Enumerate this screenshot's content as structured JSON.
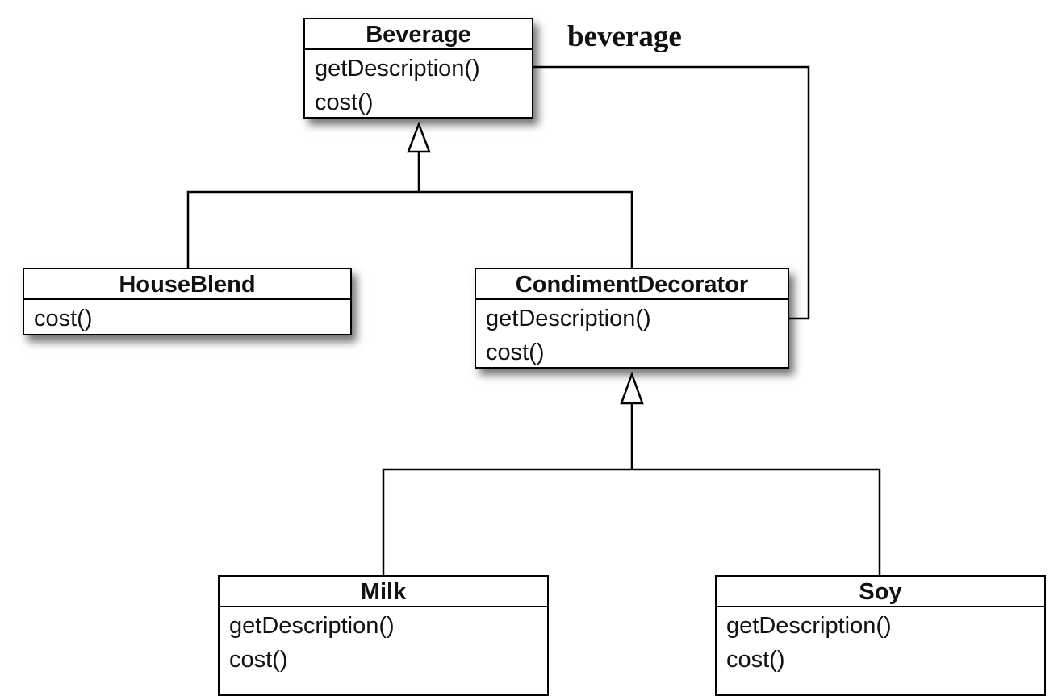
{
  "association_label": "beverage",
  "classes": {
    "beverage": {
      "name": "Beverage",
      "methods": [
        "getDescription()",
        "cost()"
      ]
    },
    "house_blend": {
      "name": "HouseBlend",
      "methods": [
        "cost()"
      ]
    },
    "condiment_decorator": {
      "name": "CondimentDecorator",
      "methods": [
        "getDescription()",
        "cost()"
      ]
    },
    "milk": {
      "name": "Milk",
      "methods": [
        "getDescription()",
        "cost()"
      ]
    },
    "soy": {
      "name": "Soy",
      "methods": [
        "getDescription()",
        "cost()"
      ]
    }
  }
}
